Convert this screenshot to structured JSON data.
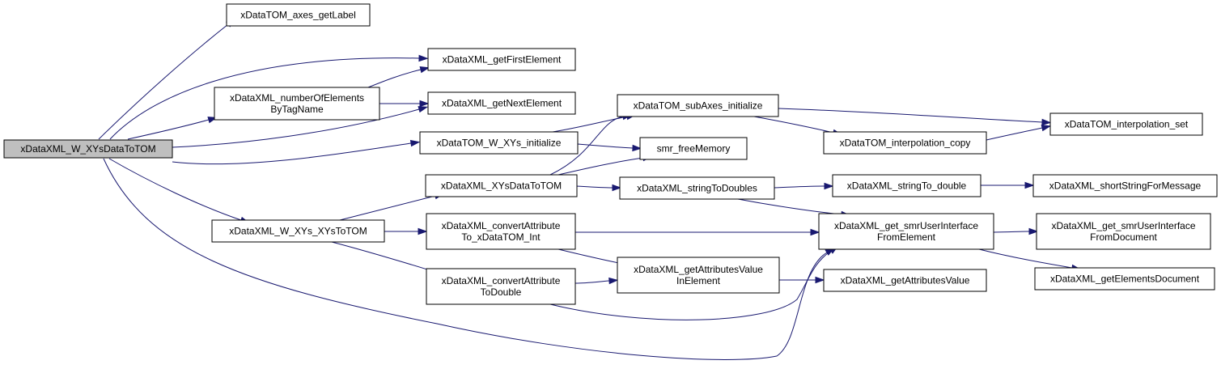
{
  "nodes": [
    {
      "id": "root",
      "lines": [
        "xDataXML_W_XYsDataToTOM"
      ],
      "root": true
    },
    {
      "id": "axesGetLabel",
      "lines": [
        "xDataTOM_axes_getLabel"
      ]
    },
    {
      "id": "getFirstElement",
      "lines": [
        "xDataXML_getFirstElement"
      ]
    },
    {
      "id": "numberOfElements",
      "lines": [
        "xDataXML_numberOfElements",
        "ByTagName"
      ]
    },
    {
      "id": "getNextElement",
      "lines": [
        "xDataXML_getNextElement"
      ]
    },
    {
      "id": "subAxesInit",
      "lines": [
        "xDataTOM_subAxes_initialize"
      ]
    },
    {
      "id": "interpSet",
      "lines": [
        "xDataTOM_interpolation_set"
      ]
    },
    {
      "id": "wxysInit",
      "lines": [
        "xDataTOM_W_XYs_initialize"
      ]
    },
    {
      "id": "freeMemory",
      "lines": [
        "smr_freeMemory"
      ]
    },
    {
      "id": "interpCopy",
      "lines": [
        "xDataTOM_interpolation_copy"
      ]
    },
    {
      "id": "xysDataToTOM",
      "lines": [
        "xDataXML_XYsDataToTOM"
      ]
    },
    {
      "id": "stringToDoubles",
      "lines": [
        "xDataXML_stringToDoubles"
      ]
    },
    {
      "id": "stringToDouble",
      "lines": [
        "xDataXML_stringTo_double"
      ]
    },
    {
      "id": "shortString",
      "lines": [
        "xDataXML_shortStringForMessage"
      ]
    },
    {
      "id": "wxysToTOM",
      "lines": [
        "xDataXML_W_XYs_XYsToTOM"
      ]
    },
    {
      "id": "convertInt",
      "lines": [
        "xDataXML_convertAttribute",
        "To_xDataTOM_Int"
      ]
    },
    {
      "id": "getSmrUIElem",
      "lines": [
        "xDataXML_get_smrUserInterface",
        "FromElement"
      ]
    },
    {
      "id": "getSmrUIDoc",
      "lines": [
        "xDataXML_get_smrUserInterface",
        "FromDocument"
      ]
    },
    {
      "id": "getAttrsValueInElem",
      "lines": [
        "xDataXML_getAttributesValue",
        "InElement"
      ]
    },
    {
      "id": "convertDouble",
      "lines": [
        "xDataXML_convertAttribute",
        "ToDouble"
      ]
    },
    {
      "id": "getAttrsValue",
      "lines": [
        "xDataXML_getAttributesValue"
      ]
    },
    {
      "id": "getElemsDoc",
      "lines": [
        "xDataXML_getElementsDocument"
      ]
    }
  ],
  "edges": [
    {
      "from": "root",
      "to": "axesGetLabel"
    },
    {
      "from": "root",
      "to": "getFirstElement"
    },
    {
      "from": "root",
      "to": "numberOfElements"
    },
    {
      "from": "root",
      "to": "getNextElement"
    },
    {
      "from": "root",
      "to": "wxysInit"
    },
    {
      "from": "root",
      "to": "wxysToTOM"
    },
    {
      "from": "root",
      "to": "getSmrUIElem"
    },
    {
      "from": "numberOfElements",
      "to": "getFirstElement"
    },
    {
      "from": "numberOfElements",
      "to": "getNextElement"
    },
    {
      "from": "wxysInit",
      "to": "subAxesInit"
    },
    {
      "from": "wxysInit",
      "to": "freeMemory"
    },
    {
      "from": "subAxesInit",
      "to": "interpSet"
    },
    {
      "from": "subAxesInit",
      "to": "interpCopy"
    },
    {
      "from": "interpCopy",
      "to": "interpSet"
    },
    {
      "from": "wxysToTOM",
      "to": "xysDataToTOM"
    },
    {
      "from": "wxysToTOM",
      "to": "convertInt"
    },
    {
      "from": "wxysToTOM",
      "to": "convertDouble"
    },
    {
      "from": "xysDataToTOM",
      "to": "subAxesInit"
    },
    {
      "from": "xysDataToTOM",
      "to": "freeMemory"
    },
    {
      "from": "xysDataToTOM",
      "to": "stringToDoubles"
    },
    {
      "from": "stringToDoubles",
      "to": "stringToDouble"
    },
    {
      "from": "stringToDoubles",
      "to": "getSmrUIElem"
    },
    {
      "from": "stringToDouble",
      "to": "shortString"
    },
    {
      "from": "convertInt",
      "to": "getSmrUIElem"
    },
    {
      "from": "convertInt",
      "to": "getAttrsValueInElem"
    },
    {
      "from": "convertDouble",
      "to": "getAttrsValueInElem"
    },
    {
      "from": "convertDouble",
      "to": "getSmrUIElem"
    },
    {
      "from": "getAttrsValueInElem",
      "to": "getAttrsValue"
    },
    {
      "from": "getSmrUIElem",
      "to": "getSmrUIDoc"
    },
    {
      "from": "getSmrUIElem",
      "to": "getElemsDoc"
    }
  ]
}
